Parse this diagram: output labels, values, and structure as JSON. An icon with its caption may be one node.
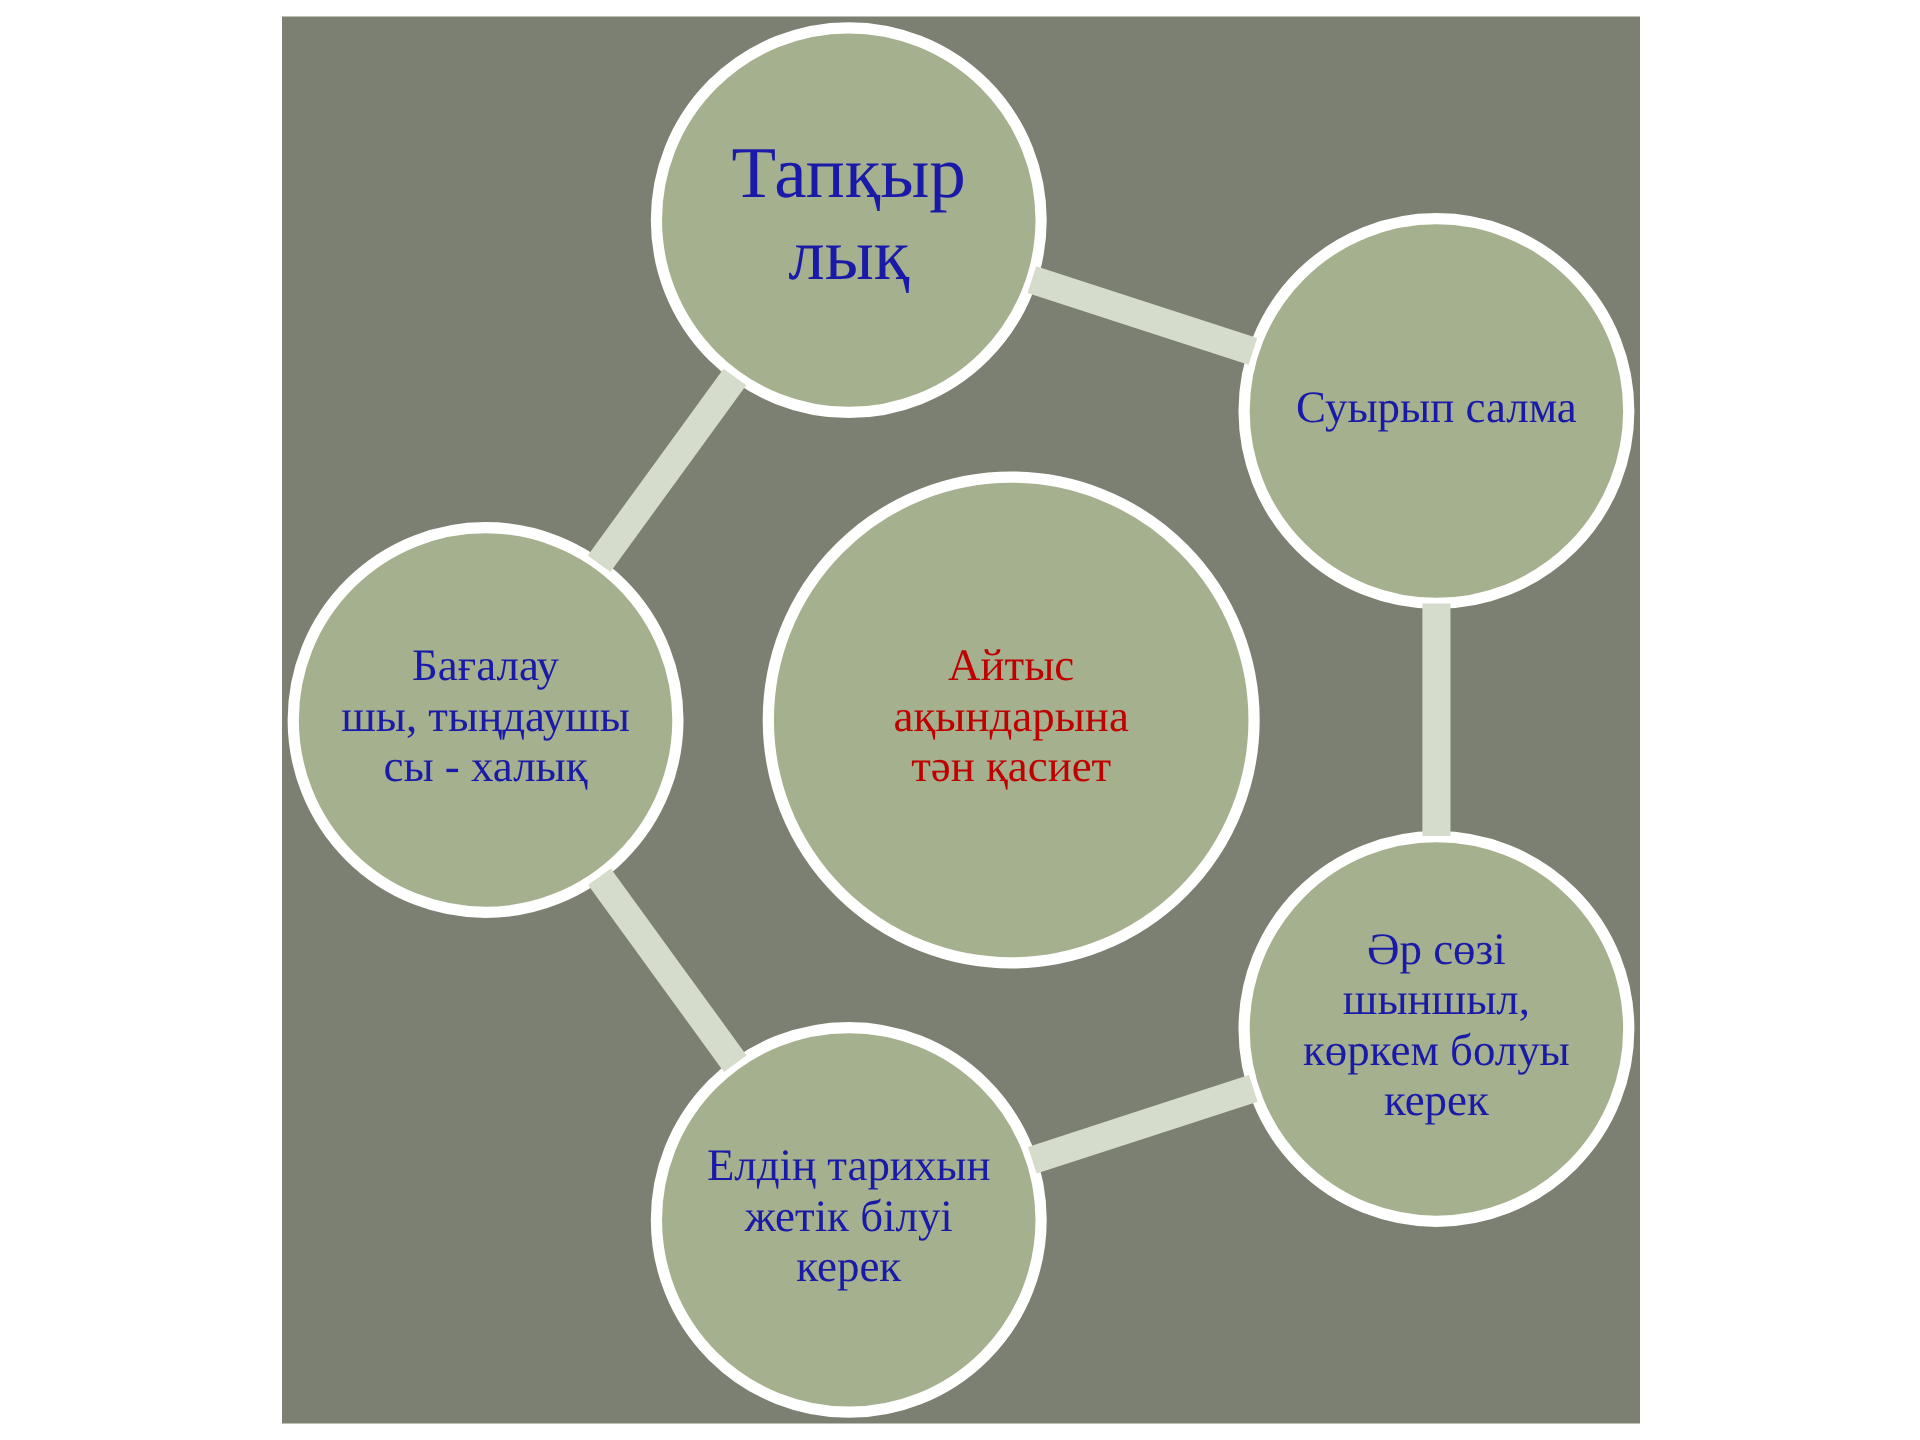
{
  "diagram": {
    "nodes": [
      {
        "text": [
          "Айтыс ақындарына тән қасиет"
        ]
      },
      {
        "text": [
          "Суырып салма"
        ]
      },
      {
        "text": [
          "Тапқыр лық"
        ]
      },
      {
        "text": [
          "Бағалау",
          "шы, тыңдаушы сы - халық"
        ]
      },
      {
        "text": [
          "Елдің тарихын жетік білуі керек"
        ]
      },
      {
        "text": [
          "Әр сөзі шыншыл, көркем болуы керек"
        ]
      }
    ],
    "edges": [
      {
        "from": 1,
        "to": 2,
        "arrow": "none"
      },
      {
        "from": 2,
        "to": 3,
        "arrow": "none"
      },
      {
        "from": 3,
        "to": 4,
        "arrow": "none"
      },
      {
        "from": 4,
        "to": 5,
        "arrow": "none"
      },
      {
        "from": 5,
        "to": 1,
        "arrow": "none"
      }
    ]
  }
}
